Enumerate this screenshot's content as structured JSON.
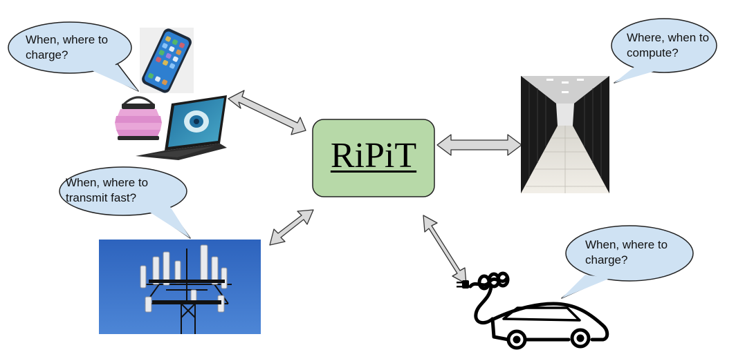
{
  "hub": {
    "label": "RiPiT"
  },
  "bubbles": {
    "devices": {
      "line1": "When, where to",
      "line2": "charge?"
    },
    "datacenter": {
      "line1": "Where, when to",
      "line2": "compute?"
    },
    "tower": {
      "line1": "When, where to",
      "line2": "transmit fast?"
    },
    "ev": {
      "line1": "When, where to",
      "line2": "charge?"
    }
  },
  "colors": {
    "hub_fill": "#b7d9a8",
    "bubble_fill": "#cfe2f3",
    "arrow_fill": "#d9d9d9",
    "sky": "#3a6fc4"
  },
  "icons": [
    "smartphone-icon",
    "lantern-icon",
    "laptop-icon",
    "datacenter-icon",
    "cell-tower-icon",
    "electric-car-icon"
  ]
}
